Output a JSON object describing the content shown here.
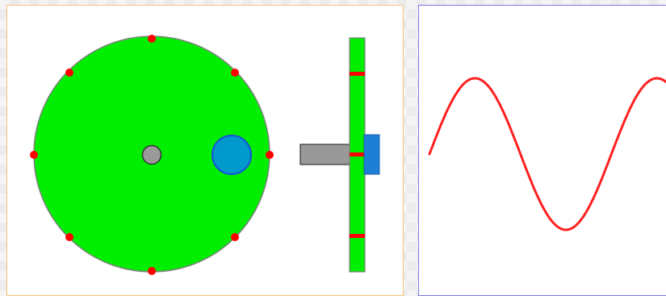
{
  "colors": {
    "disc_fill": "#00ee00",
    "disc_stroke": "#808080",
    "marker": "#ff0000",
    "pin_fill": "#9a9a9a",
    "follower_fill": "#0099cc",
    "follower_stroke": "#1a4fd8",
    "rod_fill": "#999999",
    "slot_fill": "#00ee00",
    "slider_fill": "#1d7fd6",
    "wave": "#ff2020",
    "left_border": "#f5c57a",
    "right_border": "#7a7ae6"
  },
  "disc": {
    "marker_count": 8
  },
  "slot": {
    "tick_count": 3
  },
  "wave": {
    "type": "sine",
    "cycles_shown": 1.3
  }
}
